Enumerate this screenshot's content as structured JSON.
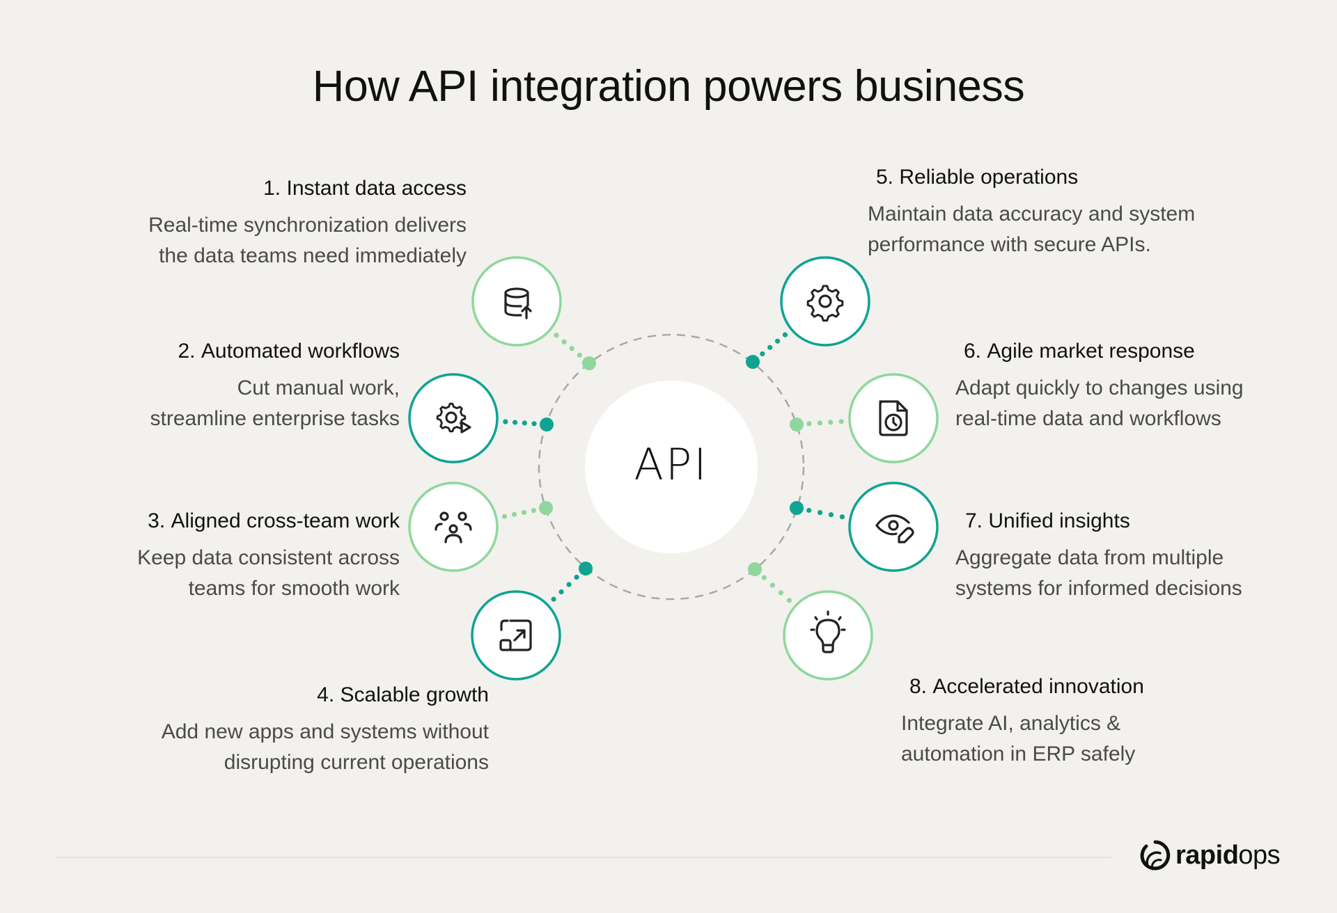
{
  "title": "How API integration powers business",
  "center_label": "API",
  "colors": {
    "background": "#f2f1ed",
    "teal": "#0fa392",
    "light_green": "#8fd79c",
    "ring_dash": "#a8a8a6",
    "text_dark": "#111111",
    "text_body": "#4a4a48"
  },
  "items": [
    {
      "number": "1.",
      "title": "Instant data access",
      "lines": [
        "Real-time synchronization delivers",
        "the data teams need immediately"
      ],
      "icon": "database-upload-icon",
      "accent": "light_green"
    },
    {
      "number": "2.",
      "title": "Automated workflows",
      "lines": [
        "Cut manual work,",
        "streamline enterprise tasks"
      ],
      "icon": "gear-play-icon",
      "accent": "teal"
    },
    {
      "number": "3.",
      "title": "Aligned cross-team work",
      "lines": [
        "Keep data consistent across",
        "teams for smooth work"
      ],
      "icon": "team-users-icon",
      "accent": "light_green"
    },
    {
      "number": "4.",
      "title": "Scalable growth",
      "lines": [
        "Add new apps and systems without",
        "disrupting current operations"
      ],
      "icon": "expand-scale-icon",
      "accent": "teal"
    },
    {
      "number": "5.",
      "title": "Reliable operations",
      "lines": [
        "Maintain data accuracy and system",
        "performance with secure APIs."
      ],
      "icon": "gear-icon",
      "accent": "teal"
    },
    {
      "number": "6.",
      "title": "Agile market response",
      "lines": [
        "Adapt quickly to changes using",
        "real-time data and workflows"
      ],
      "icon": "document-clock-icon",
      "accent": "light_green"
    },
    {
      "number": "7.",
      "title": "Unified insights",
      "lines": [
        "Aggregate data from multiple",
        "systems for informed decisions"
      ],
      "icon": "eye-edit-icon",
      "accent": "teal"
    },
    {
      "number": "8.",
      "title": "Accelerated innovation",
      "lines": [
        "Integrate AI, analytics &",
        "automation in ERP safely"
      ],
      "icon": "lightbulb-icon",
      "accent": "light_green"
    }
  ],
  "logo": {
    "bold": "rapid",
    "light": "ops"
  }
}
